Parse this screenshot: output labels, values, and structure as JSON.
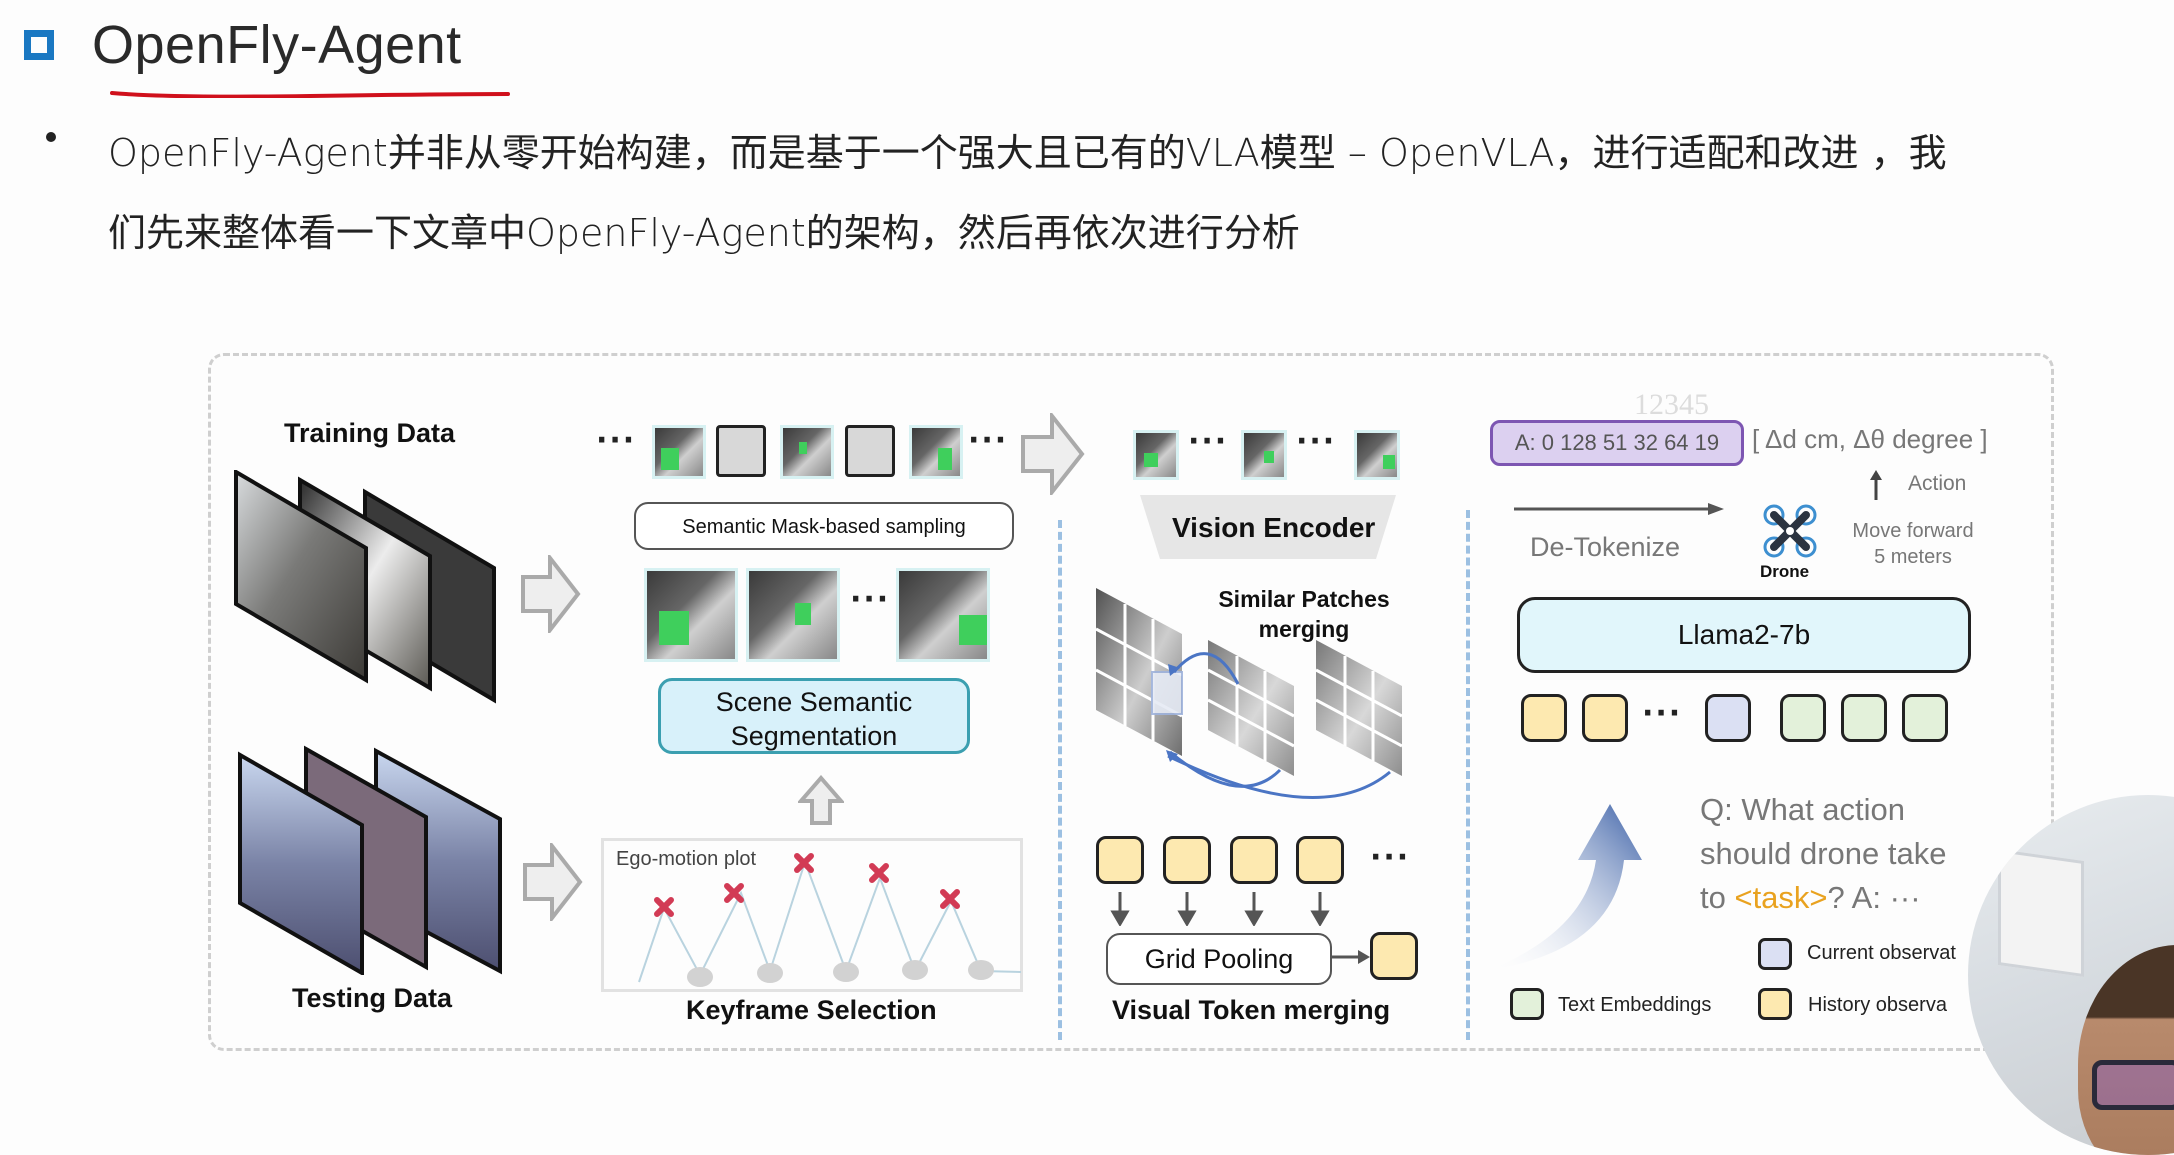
{
  "header": {
    "title": "OpenFly-Agent",
    "annotation_color": "#d0101c",
    "accent_color": "#1a78c2"
  },
  "body": {
    "bullet_line_1": "OpenFly-Agent并非从零开始构建，而是基于一个强大且已有的VLA模型 – OpenVLA，进行适配和改进 ，我",
    "bullet_line_2": "们先来整体看一下文章中OpenFly-Agent的架构，然后再依次进行分析"
  },
  "diagram": {
    "training_label": "Training Data",
    "testing_label": "Testing Data",
    "sampling_label": "Semantic Mask-based sampling",
    "segmentation_label_1": "Scene Semantic",
    "segmentation_label_2": "Segmentation",
    "ego_motion_label": "Ego-motion plot",
    "keyframe_label": "Keyframe Selection",
    "ellipsis": "···",
    "vision_encoder_label": "Vision Encoder",
    "similar_patches_1": "Similar Patches",
    "similar_patches_2": "merging",
    "grid_pooling_label": "Grid Pooling",
    "token_merging_label": "Visual Token merging",
    "watermark": "12345",
    "action_tokens": "A: 0 128 51 32 64 19",
    "action_units": "[ Δd cm, Δθ degree ]",
    "action_label": "Action",
    "detokenize_label": "De-Tokenize",
    "drone_label": "Drone",
    "move_label_1": "Move forward",
    "move_label_2": "5 meters",
    "llm_label": "Llama2-7b",
    "question_1": "Q: What action",
    "question_2": "should drone take",
    "question_3_pre": "to ",
    "question_3_task": "<task>",
    "question_3_post": "?  A: ···",
    "task_color": "#e9a21f",
    "legend": {
      "current": "Current observat",
      "text": "Text Embeddings",
      "history": "History observa"
    },
    "token_colors": {
      "history": "#fde9b0",
      "current": "#dbe0f3",
      "text": "#e3f1da"
    }
  }
}
